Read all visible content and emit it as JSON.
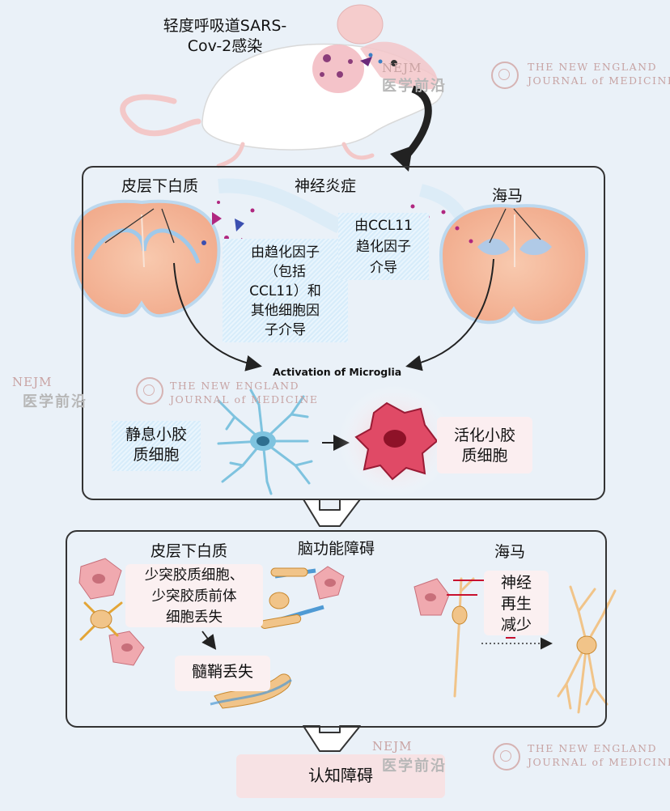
{
  "infection_label_line1": "轻度呼吸道SARS-",
  "infection_label_line2": "Cov-2感染",
  "panel1": {
    "left_region": "皮层下白质",
    "title": "神经炎症",
    "right_region": "海马",
    "left_mechanism": [
      "由趋化因子",
      "（包括",
      "CCL11）和",
      "其他细胞因",
      "子介导"
    ],
    "right_mechanism": [
      "由CCL11",
      "趋化因子",
      "介导"
    ],
    "activation_label": "Activation of Microglia",
    "resting_label": [
      "静息小胶",
      "质细胞"
    ],
    "activated_label": [
      "活化小胶",
      "质细胞"
    ]
  },
  "panel2": {
    "left_region": "皮层下白质",
    "title": "脑功能障碍",
    "right_region": "海马",
    "loss_text": [
      "少突胶质细胞、",
      "少突胶质前体",
      "细胞丢失"
    ],
    "myelin_loss": "髓鞘丢失",
    "neurogenesis": [
      "神经",
      "再生",
      "减少"
    ]
  },
  "outcome": "认知障碍",
  "watermarks": {
    "nejm": "NEJM",
    "cn": "医学前沿",
    "journal_line1": "THE NEW ENGLAND",
    "journal_line2": "JOURNAL of MEDICINE"
  },
  "colors": {
    "background": "#eaf1f8",
    "brain": "#f6c7ab",
    "microglia_resting": "#7ec3df",
    "microglia_active": "#e04a66",
    "neuron": "#f1c489",
    "outcome_box": "#f7e2e4"
  }
}
